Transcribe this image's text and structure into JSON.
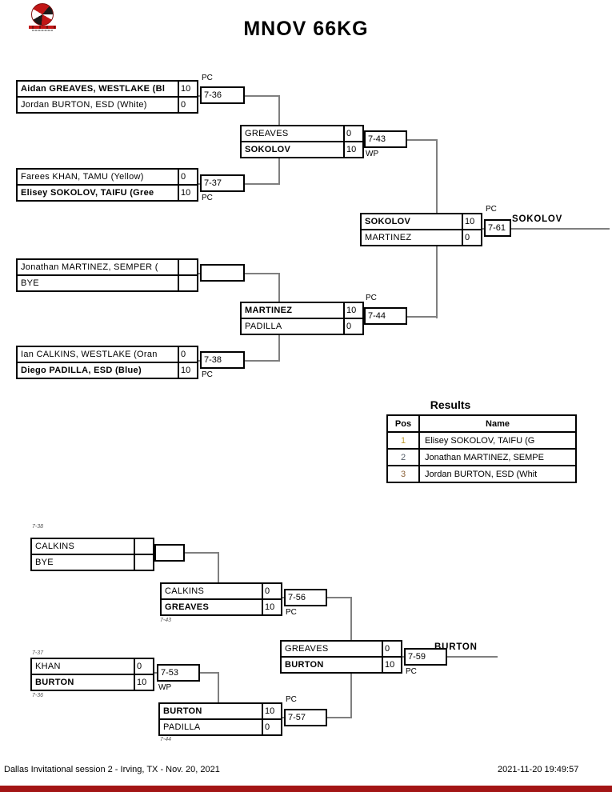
{
  "title": "MNOV 66KG",
  "bracket": {
    "m1": {
      "p1": "Aidan GREAVES, WESTLAKE (Bl",
      "s1": "10",
      "p2": "Jordan BURTON, ESD (White)",
      "s2": "0",
      "match_no": "7-36",
      "win_code": "PC"
    },
    "m2": {
      "p1": "Farees KHAN, TAMU (Yellow)",
      "s1": "0",
      "p2": "Elisey SOKOLOV, TAIFU (Gree",
      "s2": "10",
      "match_no": "7-37",
      "win_code": "PC"
    },
    "m3": {
      "p1": "Jonathan MARTINEZ, SEMPER (",
      "s1": "",
      "p2": "BYE",
      "s2": "",
      "match_no": "",
      "win_code": ""
    },
    "m4": {
      "p1": "Ian CALKINS, WESTLAKE (Oran",
      "s1": "0",
      "p2": "Diego PADILLA, ESD (Blue)",
      "s2": "10",
      "match_no": "7-38",
      "win_code": "PC"
    },
    "sf1": {
      "p1": "GREAVES",
      "s1": "0",
      "p2": "SOKOLOV",
      "s2": "10",
      "match_no": "7-43",
      "win_code": "WP"
    },
    "sf2": {
      "p1": "MARTINEZ",
      "s1": "10",
      "p2": "PADILLA",
      "s2": "0",
      "match_no": "7-44",
      "win_code": "PC"
    },
    "final": {
      "p1": "SOKOLOV",
      "s1": "10",
      "p2": "MARTINEZ",
      "s2": "0",
      "match_no": "7-61",
      "win_code": "PC",
      "winner": "SOKOLOV"
    }
  },
  "results": {
    "title": "Results",
    "headers": {
      "pos": "Pos",
      "name": "Name"
    },
    "rows": [
      {
        "pos": "1",
        "name": "Elisey SOKOLOV, TAIFU (G"
      },
      {
        "pos": "2",
        "name": "Jonathan MARTINEZ, SEMPE"
      },
      {
        "pos": "3",
        "name": "Jordan BURTON, ESD (Whit"
      }
    ]
  },
  "repechage": {
    "m1": {
      "ref_top": "7-38",
      "p1": "CALKINS",
      "s1": "",
      "p2": "BYE",
      "s2": "",
      "match_no": "",
      "win_code": ""
    },
    "sf1": {
      "p1": "CALKINS",
      "s1": "0",
      "p2": "GREAVES",
      "s2": "10",
      "match_no": "7-56",
      "win_code": "PC",
      "ref_bottom": "7-43"
    },
    "m2": {
      "ref_top": "7-37",
      "p1": "KHAN",
      "s1": "0",
      "p2": "BURTON",
      "s2": "10",
      "match_no": "7-53",
      "win_code": "WP",
      "ref_bottom": "7-36"
    },
    "sf2": {
      "p1": "BURTON",
      "s1": "10",
      "p2": "PADILLA",
      "s2": "0",
      "match_no": "7-57",
      "win_code": "PC",
      "ref_bottom": "7-44"
    },
    "final": {
      "p1": "GREAVES",
      "s1": "0",
      "p2": "BURTON",
      "s2": "10",
      "match_no": "7-59",
      "win_code": "PC",
      "winner": "BURTON"
    }
  },
  "footer": {
    "left": "Dallas Invitational session 2 - Irving, TX - Nov. 20, 2021",
    "right": "2021-11-20 19:49:57"
  }
}
